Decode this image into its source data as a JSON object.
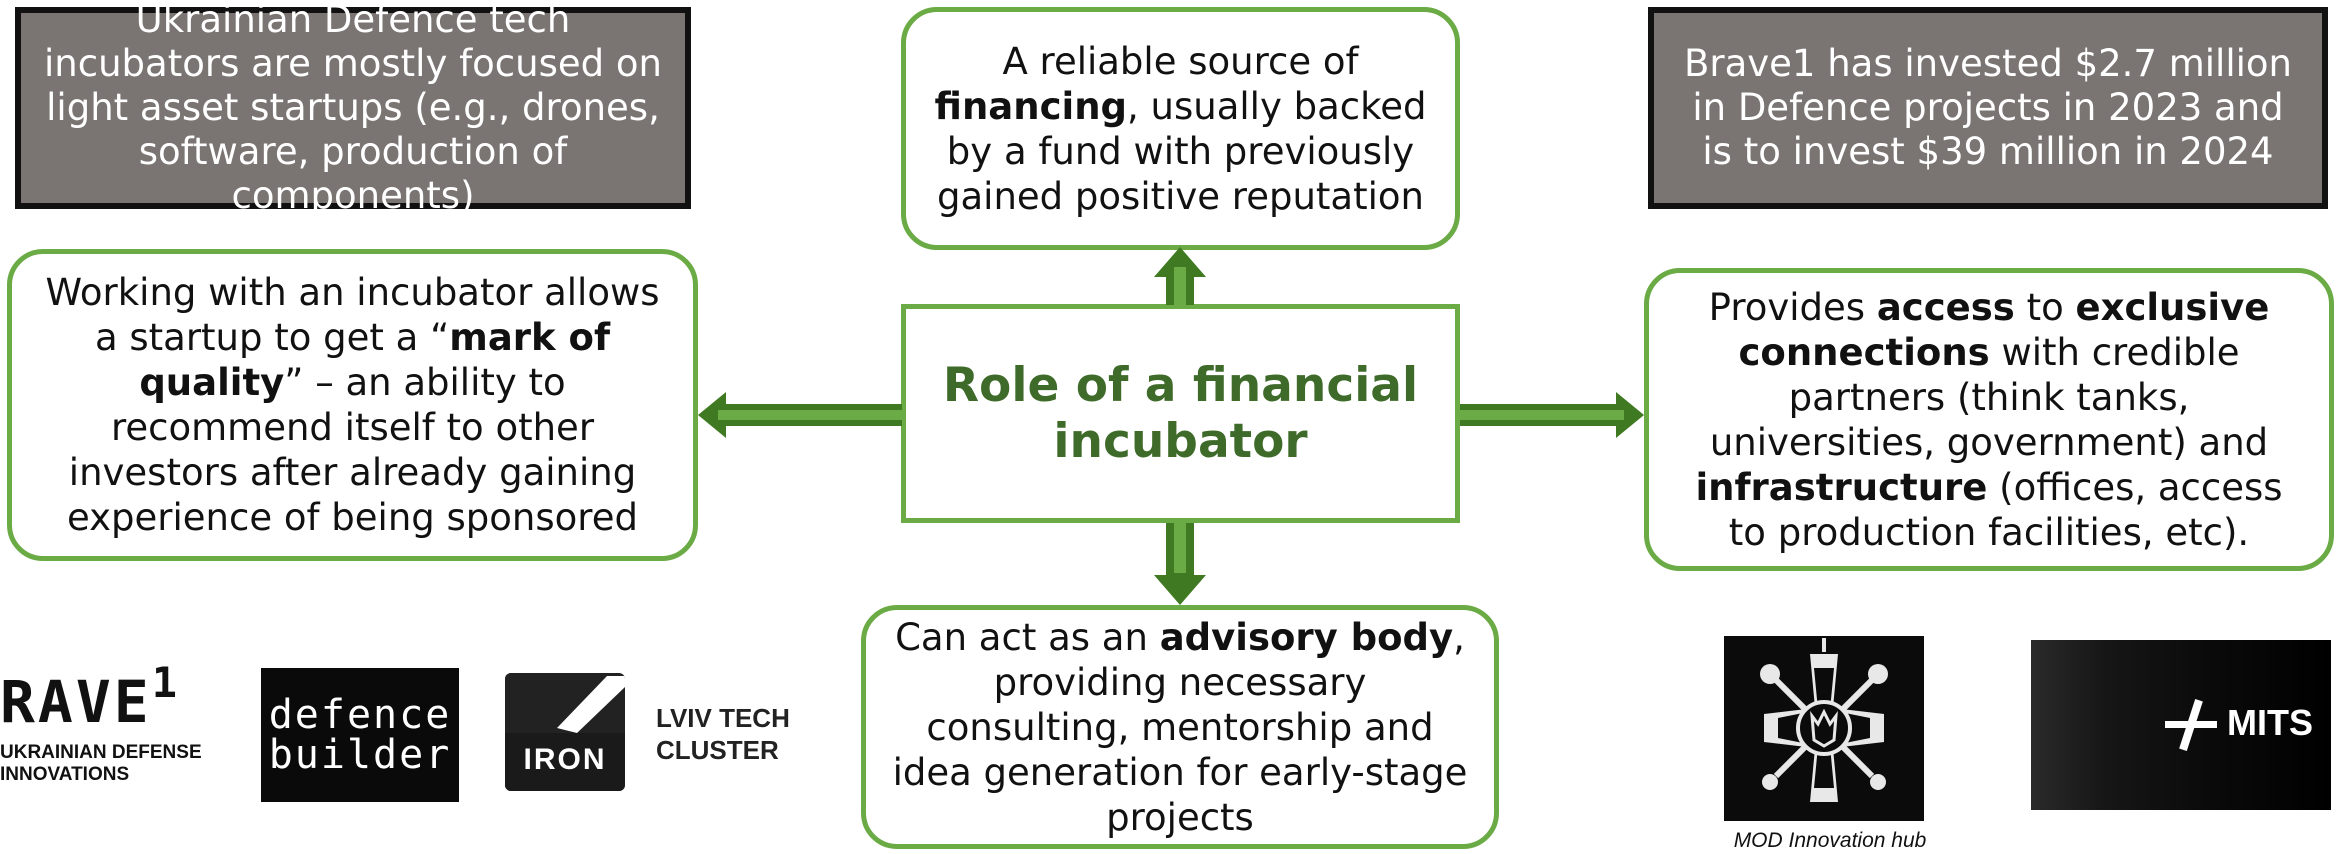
{
  "top_left_note": "Ukrainian Defence tech incubators are mostly focused on light asset startups (e.g., drones, software, production of components)",
  "top_right_note": "Brave1 has invested $2.7 million in Defence projects in 2023 and is to invest $39 million in 2024",
  "center": {
    "title": "Role of a financial incubator"
  },
  "financing": {
    "pre": "A reliable source of ",
    "bold": "financing",
    "post": ", usually backed by a fund with previously gained positive reputation"
  },
  "quality": {
    "pre": "Working with an incubator allows a startup to get a “",
    "bold": "mark of quality",
    "post": "” – an ability to recommend itself to other investors after already gaining experience of being sponsored"
  },
  "access": {
    "t1": "Provides ",
    "b1": "access",
    "t2": " to ",
    "b2": "exclusive connections",
    "t3": " with credible partners (think tanks, universities, government) and ",
    "b3": "infrastructure",
    "t4": " (offices, access to production facilities, etc)."
  },
  "advisory": {
    "pre": "Can act as an ",
    "bold": "advisory body",
    "post": ", providing necessary consulting, mentorship and idea generation for early-stage projects"
  },
  "logos": {
    "brave1": {
      "name": "RAVE",
      "superscript": "1",
      "line1": "UKRAINIAN DEFENSE",
      "line2": "INNOVATIONS"
    },
    "defence_builder": {
      "line1": "defence",
      "line2": "builder"
    },
    "iron": {
      "name": "IRON",
      "caption_line1": "LVIV TECH",
      "caption_line2": "CLUSTER"
    },
    "mod_caption": "MOD Innovation hub",
    "mits": {
      "name": "MITS"
    }
  },
  "colors": {
    "green_border": "#6aab45",
    "arrow_green": "#3f7a22",
    "title_green": "#3f6b2a",
    "dark_box": "#7a7472"
  }
}
